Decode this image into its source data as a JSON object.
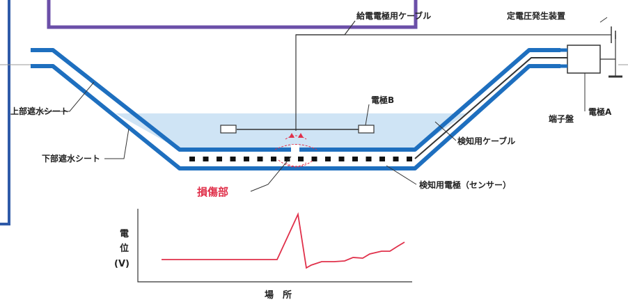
{
  "labels": {
    "feed_cable": "給電電極用ケーブル",
    "voltage_generator": "定電圧発生装置",
    "upper_sheet": "上部遮水シート",
    "lower_sheet": "下部遮水シート",
    "electrode_b": "電極B",
    "terminal_board": "端子盤",
    "electrode_a": "電極A",
    "detection_cable": "検知用ケーブル",
    "detection_electrode": "検知用電極（センサー）",
    "damage": "損傷部"
  },
  "graph": {
    "ylabel_1": "電",
    "ylabel_2": "位",
    "ylabel_3": "(V)",
    "xlabel": "場　所"
  },
  "colors": {
    "frame_purple": "#6b4fa8",
    "frame_blue": "#2f5aa8",
    "sheet_blue": "#1e6fbf",
    "water": "#cfe4f5",
    "signal_red": "#e0304a",
    "dot_black": "#111111"
  }
}
